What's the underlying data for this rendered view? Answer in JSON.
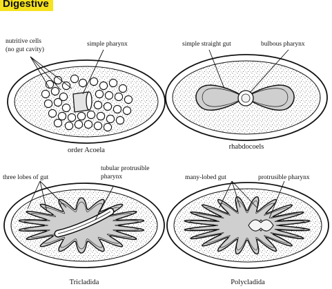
{
  "header": {
    "title": "Digestive"
  },
  "colors": {
    "banner": "#f6e21e",
    "ink": "#111111",
    "gut": "#cfcfcf"
  },
  "panels": {
    "acoela": {
      "caption": "order Acoela",
      "label_nutritive_1": "nutritive cells",
      "label_nutritive_2": "(no gut cavity)",
      "label_pharynx": "simple pharynx"
    },
    "rhabdocoels": {
      "caption": "rhabdocoels",
      "label_gut": "simple straight gut",
      "label_pharynx": "bulbous pharynx"
    },
    "tricladida": {
      "caption": "Tricladida",
      "label_lobes": "three lobes of gut",
      "label_pharynx_1": "tubular protrusible",
      "label_pharynx_2": "pharynx"
    },
    "polycladida": {
      "caption": "Polycladida",
      "label_gut": "many-lobed gut",
      "label_pharynx": "protrusible pharynx"
    }
  }
}
